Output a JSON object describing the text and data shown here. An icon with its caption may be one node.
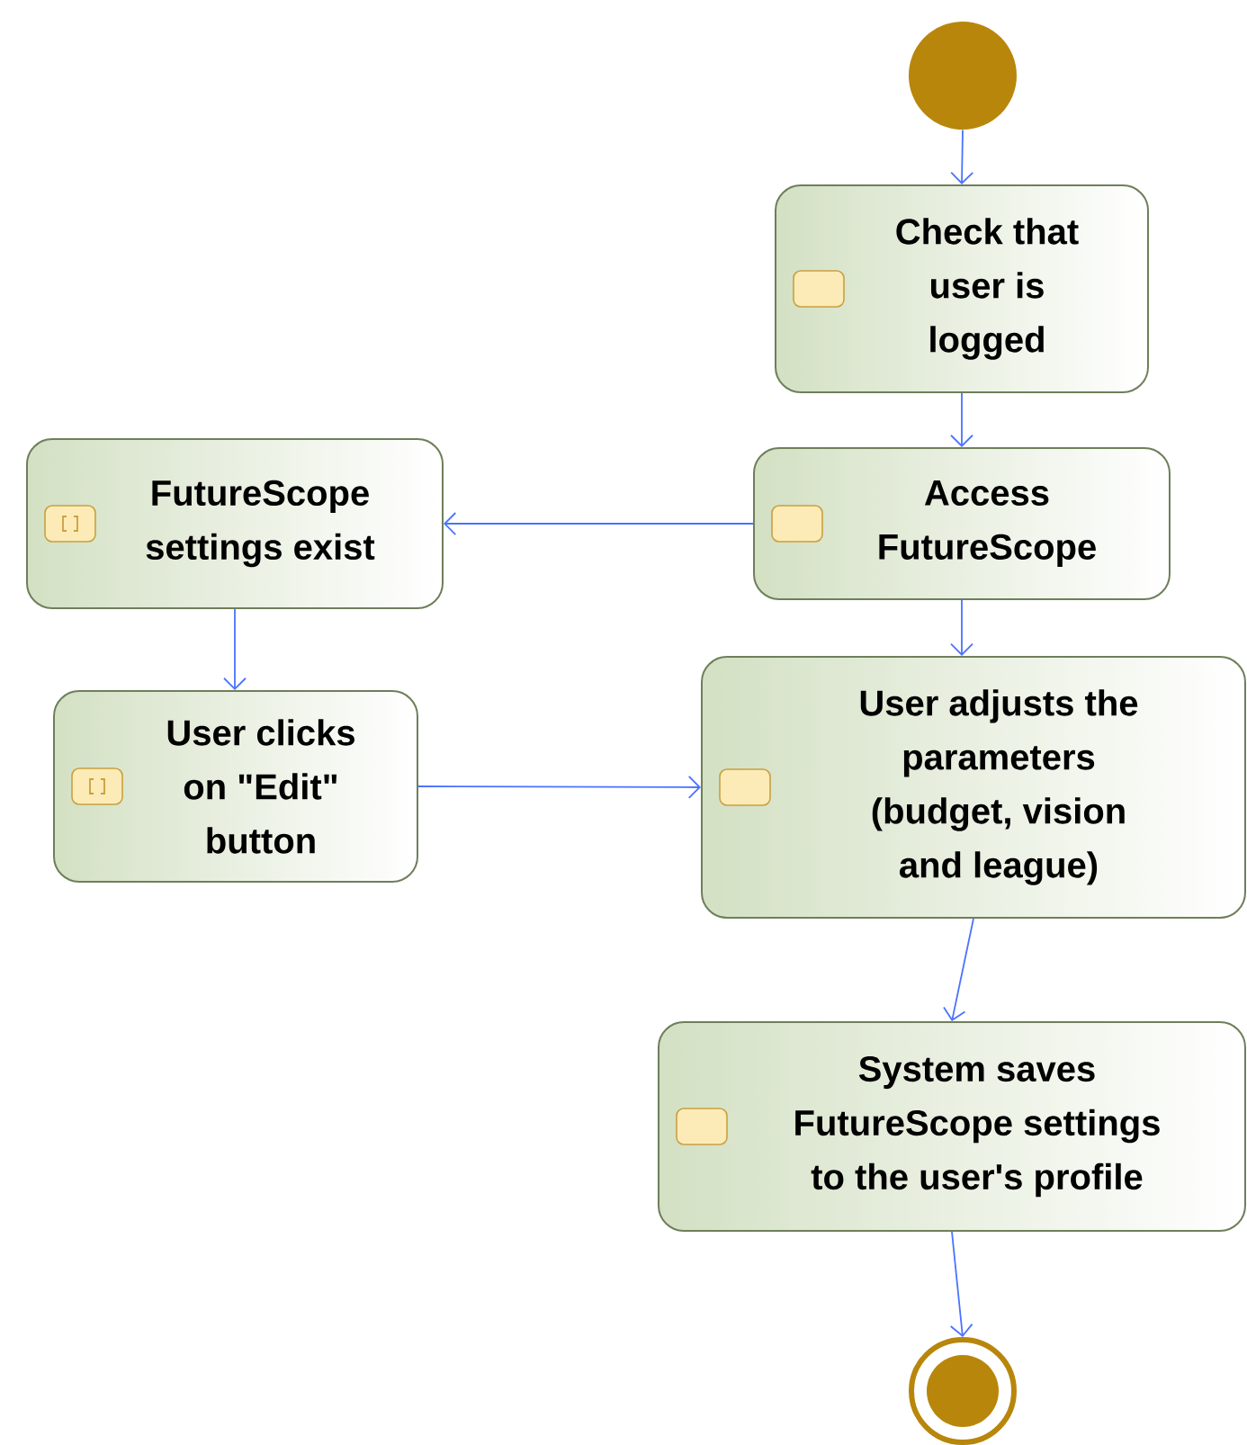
{
  "diagram": {
    "nodes": [
      {
        "text": [],
        "shape": "circle"
      },
      {
        "text": [
          "Check that user is logged"
        ]
      },
      {
        "text": [
          "Access FutureScope"
        ]
      },
      {
        "text": [
          "FutureScope settings exist"
        ]
      },
      {
        "text": [
          "User clicks on \"Edit\" button"
        ]
      },
      {
        "text": [
          "User adjusts the parameters (budget, vision and league)"
        ]
      },
      {
        "text": [
          "System saves FutureScope settings to the user's profile"
        ]
      },
      {
        "text": [],
        "shape": "double-circle"
      }
    ],
    "edges": [
      {
        "from": 0,
        "to": 1,
        "arrow": "to"
      },
      {
        "from": 1,
        "to": 2,
        "arrow": "to"
      },
      {
        "from": 2,
        "to": 3,
        "arrow": "to"
      },
      {
        "from": 2,
        "to": 5,
        "arrow": "to"
      },
      {
        "from": 3,
        "to": 4,
        "arrow": "to"
      },
      {
        "from": 4,
        "to": 5,
        "arrow": "to"
      },
      {
        "from": 5,
        "to": 6,
        "arrow": "to"
      },
      {
        "from": 6,
        "to": 7,
        "arrow": "to"
      }
    ]
  }
}
